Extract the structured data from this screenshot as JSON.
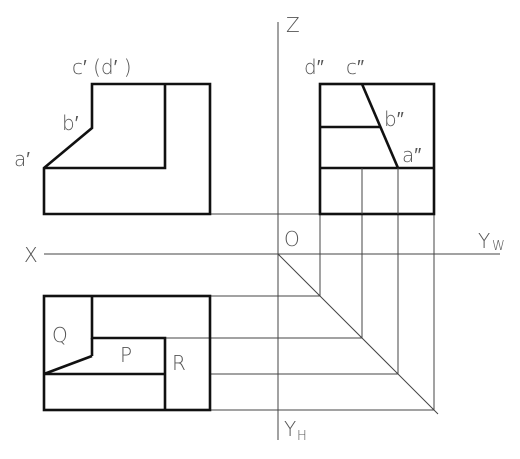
{
  "axes": {
    "z": "Z",
    "x": "X",
    "origin": "O",
    "yw": "Y",
    "yw_sub": "W",
    "yh": "Y",
    "yh_sub": "H"
  },
  "front_view": {
    "a": "a′",
    "b": "b′",
    "cd": "c′ (d′ )"
  },
  "side_view": {
    "d": "d″",
    "c": "c″",
    "b": "b″",
    "a": "a″"
  },
  "top_view": {
    "q": "Q",
    "p": "P",
    "r": "R"
  }
}
